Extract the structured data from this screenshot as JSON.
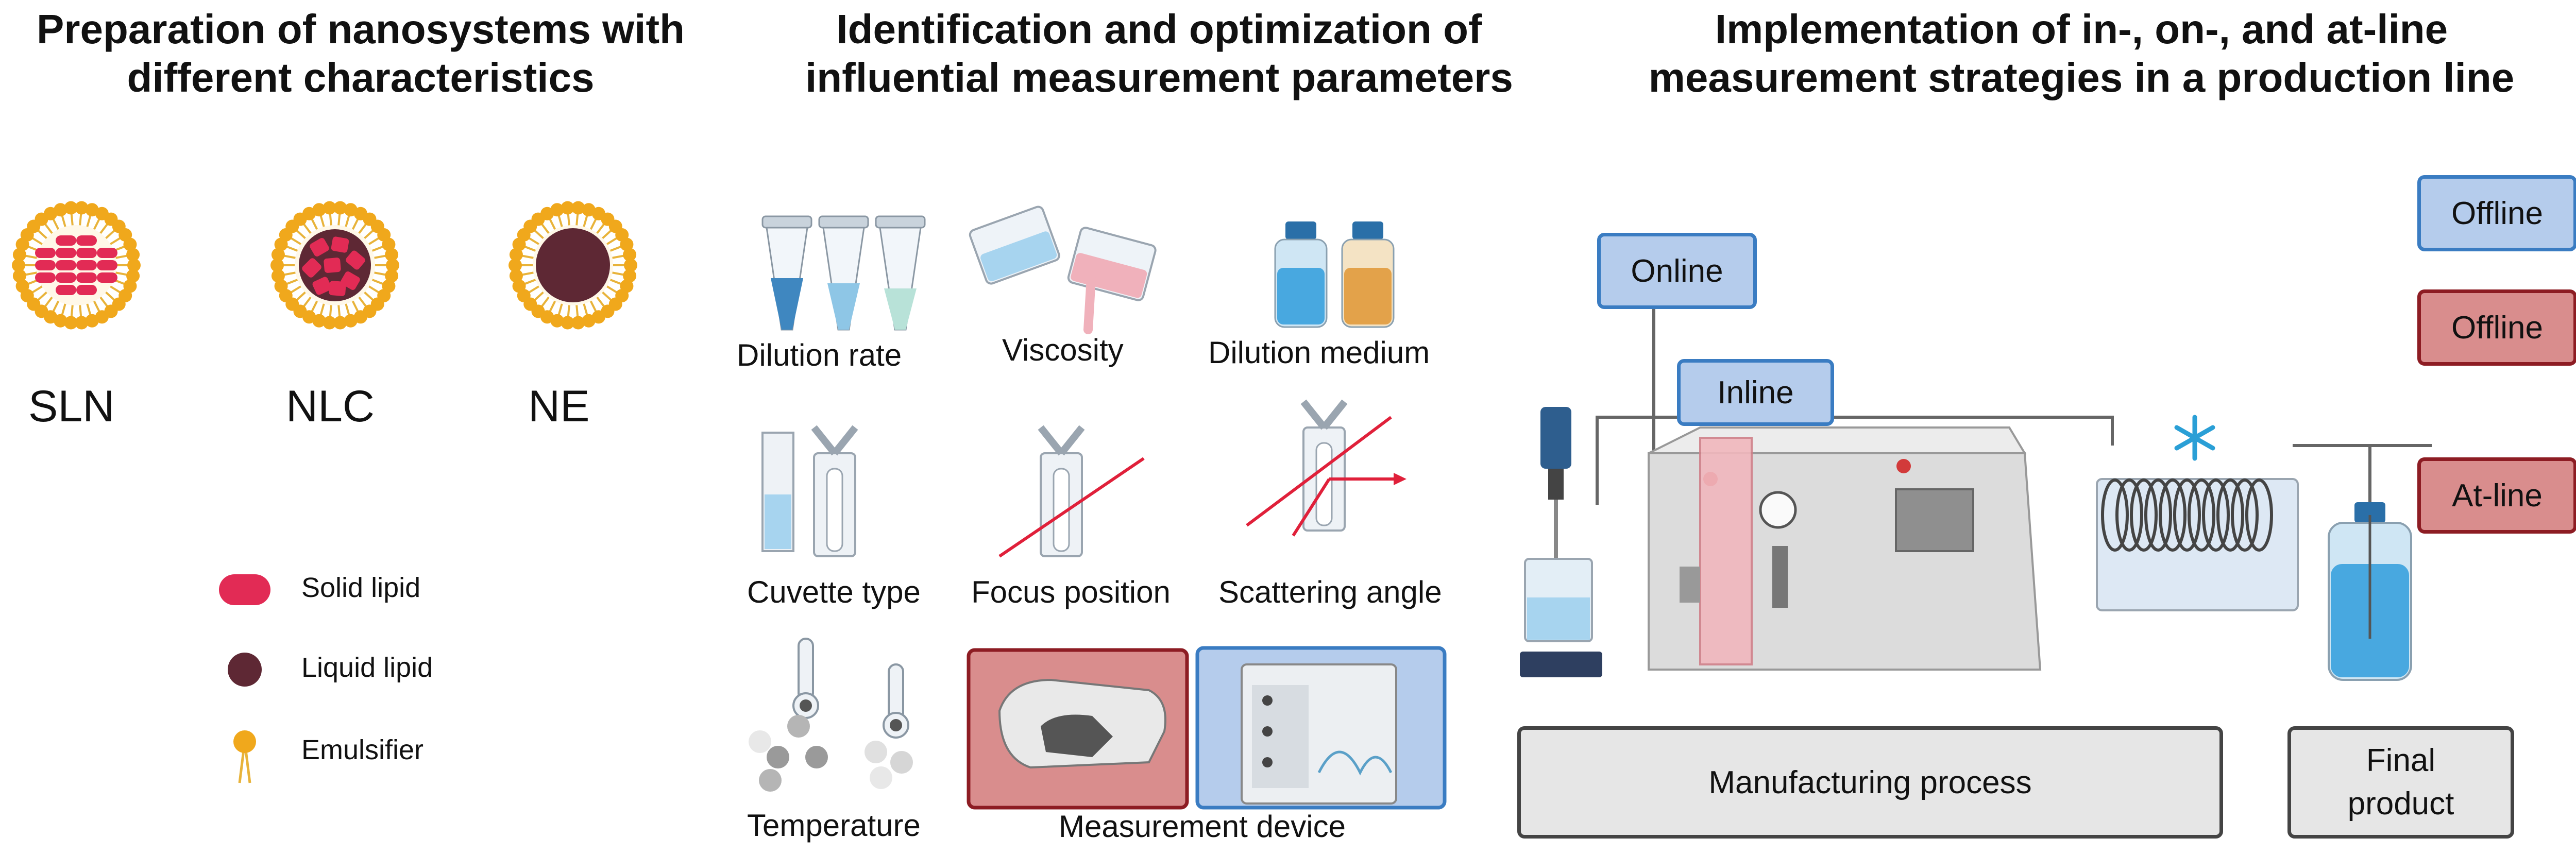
{
  "titles": {
    "panel1": [
      "Preparation of nanosystems with",
      "different characteristics"
    ],
    "panel2": [
      "Identification and optimization of",
      "influential measurement parameters"
    ],
    "panel3": [
      "Implementation of in-, on-, and at-line",
      "measurement strategies in a production line"
    ]
  },
  "nanosystems": [
    "SLN",
    "NLC",
    "NE"
  ],
  "legend": [
    {
      "label": "Solid lipid",
      "color": "#e22b55"
    },
    {
      "label": "Liquid lipid",
      "color": "#5e2834"
    },
    {
      "label": "Emulsifier",
      "color": "#f0a81c"
    }
  ],
  "parameters": {
    "dilution_rate": "Dilution rate",
    "viscosity": "Viscosity",
    "dilution_medium": "Dilution medium",
    "cuvette_type": "Cuvette type",
    "focus_position": "Focus position",
    "scattering_angle": "Scattering angle",
    "temperature": "Temperature",
    "measurement_device": "Measurement device"
  },
  "process": {
    "online": "Online",
    "inline": "Inline",
    "offline_blue": "Offline",
    "offline_red": "Offline",
    "atline": "At-line",
    "manufacturing": "Manufacturing process",
    "final_product": [
      "Final",
      "product"
    ]
  },
  "colors": {
    "blue_fill": "#b5ccec",
    "blue_border": "#3a7cc2",
    "red_fill": "#d98d8d",
    "red_border": "#8d1c23",
    "grey_fill": "#e6e6e6",
    "grey_border": "#444444"
  }
}
